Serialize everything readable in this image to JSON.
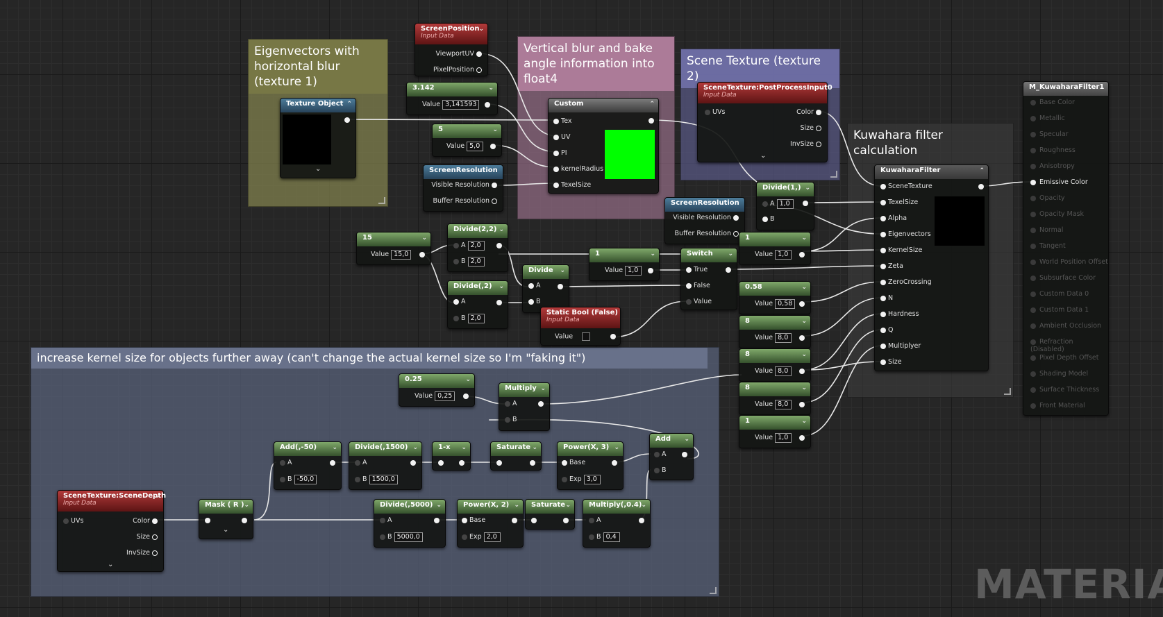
{
  "comments": {
    "eigen": "Eigenvectors with horizontal blur (texture 1)",
    "vertical": "Vertical blur and bake angle information into float4",
    "scene_tex2": "Scene Texture (texture 2)",
    "kuwahara": "Kuwahara filter calculation",
    "kernel": "increase kernel size for objects further away (can't change the actual kernel size so I'm \"faking it\")"
  },
  "nodes": {
    "screen_position": {
      "title": "ScreenPosition",
      "sub": "Input Data",
      "out1": "ViewportUV",
      "out2": "PixelPosition"
    },
    "pi": {
      "title": "3.142",
      "label": "Value",
      "value": "3,141593"
    },
    "texture_object": {
      "title": "Texture Object"
    },
    "custom": {
      "title": "Custom",
      "pins": [
        "Tex",
        "UV",
        "PI",
        "kernelRadius",
        "TexelSize"
      ]
    },
    "five": {
      "title": "5",
      "label": "Value",
      "value": "5,0"
    },
    "screen_resolution1": {
      "title": "ScreenResolution",
      "out1": "Visible Resolution",
      "out2": "Buffer Resolution"
    },
    "scene_texture_pp": {
      "title": "SceneTexture:PostProcessInput0",
      "sub": "Input Data",
      "in": "UVs",
      "out1": "Color",
      "out2": "Size",
      "out3": "InvSize"
    },
    "divide_1": {
      "title": "Divide(1,)",
      "a": "A",
      "a_val": "1,0",
      "b": "B"
    },
    "screen_resolution2": {
      "title": "ScreenResolution",
      "out1": "Visible Resolution",
      "out2": "Buffer Resolution"
    },
    "fifteen": {
      "title": "15",
      "label": "Value",
      "value": "15,0"
    },
    "divide_22": {
      "title": "Divide(2,2)",
      "a": "A",
      "a_val": "2,0",
      "b": "B",
      "b_val": "2,0"
    },
    "divide_2": {
      "title": "Divide(,2)",
      "a": "A",
      "b": "B",
      "b_val": "2,0"
    },
    "divide": {
      "title": "Divide",
      "a": "A",
      "b": "B"
    },
    "one_a": {
      "title": "1",
      "label": "Value",
      "value": "1,0"
    },
    "switch": {
      "title": "Switch",
      "p1": "True",
      "p2": "False",
      "p3": "Value"
    },
    "one_b": {
      "title": "1",
      "label": "Value",
      "value": "1,0"
    },
    "static_bool": {
      "title": "Static Bool (False)",
      "sub": "Input Data",
      "label": "Value"
    },
    "c058": {
      "title": "0.58",
      "label": "Value",
      "value": "0,58"
    },
    "eight_a": {
      "title": "8",
      "label": "Value",
      "value": "8,0"
    },
    "eight_b": {
      "title": "8",
      "label": "Value",
      "value": "8,0"
    },
    "eight_c": {
      "title": "8",
      "label": "Value",
      "value": "8,0"
    },
    "one_c": {
      "title": "1",
      "label": "Value",
      "value": "1,0"
    },
    "kuwahara": {
      "title": "KuwaharaFilter",
      "pins": [
        "SceneTexture",
        "TexelSize",
        "Alpha",
        "Eigenvectors",
        "KernelSize",
        "Zeta",
        "ZeroCrossing",
        "N",
        "Hardness",
        "Q",
        "Multiplyer",
        "Size"
      ]
    },
    "c025": {
      "title": "0.25",
      "label": "Value",
      "value": "0,25"
    },
    "multiply": {
      "title": "Multiply",
      "a": "A",
      "b": "B"
    },
    "add_m50": {
      "title": "Add(,-50)",
      "a": "A",
      "b": "B",
      "b_val": "-50,0"
    },
    "divide_1500": {
      "title": "Divide(,1500)",
      "a": "A",
      "b": "B",
      "b_val": "1500,0"
    },
    "one_minus_x": {
      "title": "1-x"
    },
    "saturate1": {
      "title": "Saturate"
    },
    "power_x3": {
      "title": "Power(X, 3)",
      "a": "Base",
      "b": "Exp",
      "b_val": "3,0"
    },
    "add": {
      "title": "Add",
      "a": "A",
      "b": "B"
    },
    "scene_depth": {
      "title": "SceneTexture:SceneDepth",
      "sub": "Input Data",
      "in": "UVs",
      "out1": "Color",
      "out2": "Size",
      "out3": "InvSize"
    },
    "mask_r": {
      "title": "Mask ( R )"
    },
    "divide_5000": {
      "title": "Divide(,5000)",
      "a": "A",
      "b": "B",
      "b_val": "5000,0"
    },
    "power_x2": {
      "title": "Power(X, 2)",
      "a": "Base",
      "b": "Exp",
      "b_val": "2,0"
    },
    "saturate2": {
      "title": "Saturate"
    },
    "multiply_04": {
      "title": "Multiply(,0.4)",
      "a": "A",
      "b": "B",
      "b_val": "0,4"
    }
  },
  "material": {
    "title": "M_KuwaharaFilter1",
    "pins": [
      "Base Color",
      "Metallic",
      "Specular",
      "Roughness",
      "Anisotropy",
      "Emissive Color",
      "Opacity",
      "Opacity Mask",
      "Normal",
      "Tangent",
      "World Position Offset",
      "Subsurface Color",
      "Custom Data 0",
      "Custom Data 1",
      "Ambient Occlusion",
      "Refraction (Disabled)",
      "Pixel Depth Offset",
      "Shading Model",
      "Surface Thickness",
      "Front Material"
    ],
    "active_pin": "Emissive Color"
  },
  "watermark": "MATERIAL",
  "colors": {
    "custom_preview": "#00ff00"
  }
}
